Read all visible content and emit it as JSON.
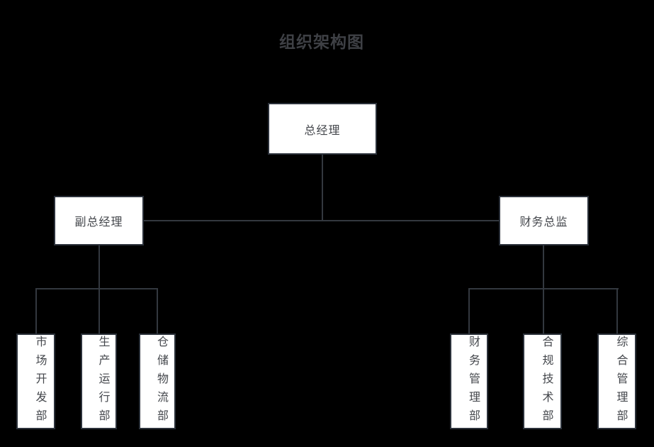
{
  "title": "组织架构图",
  "colors": {
    "background": "#000000",
    "node_fill": "#ffffff",
    "node_border": "#2b313a",
    "connector": "#33383f",
    "node_text": "#44474c",
    "title_text": "#3e4045"
  },
  "nodes": {
    "root": {
      "label": "总经理"
    },
    "managers": [
      {
        "label": "副总经理"
      },
      {
        "label": "财务总监"
      }
    ],
    "left_departments": [
      {
        "label": "市场开发部"
      },
      {
        "label": "生产运行部"
      },
      {
        "label": "仓储物流部"
      }
    ],
    "right_departments": [
      {
        "label": "财务管理部"
      },
      {
        "label": "合规技术部"
      },
      {
        "label": "综合管理部"
      }
    ]
  }
}
